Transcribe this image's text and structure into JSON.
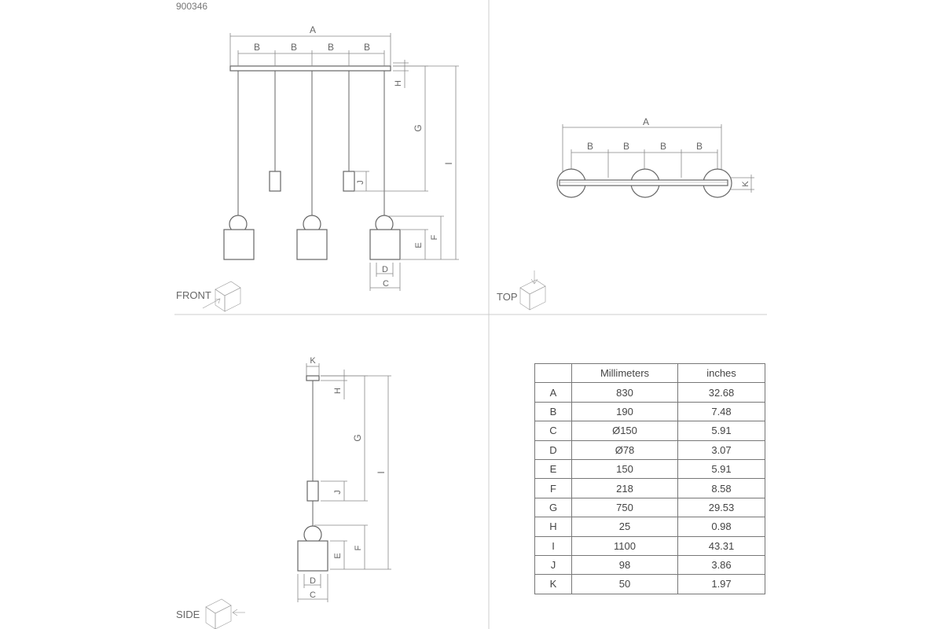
{
  "product_code": "900346",
  "views": {
    "front": "FRONT",
    "top": "TOP",
    "side": "SIDE"
  },
  "dimension_letters": [
    "A",
    "B",
    "C",
    "D",
    "E",
    "F",
    "G",
    "H",
    "I",
    "J",
    "K"
  ],
  "table": {
    "headers": [
      "",
      "Millimeters",
      "inches"
    ],
    "rows": [
      {
        "key": "A",
        "mm": "830",
        "in": "32.68"
      },
      {
        "key": "B",
        "mm": "190",
        "in": "7.48"
      },
      {
        "key": "C",
        "mm": "Ø150",
        "in": "5.91"
      },
      {
        "key": "D",
        "mm": "Ø78",
        "in": "3.07"
      },
      {
        "key": "E",
        "mm": "150",
        "in": "5.91"
      },
      {
        "key": "F",
        "mm": "218",
        "in": "8.58"
      },
      {
        "key": "G",
        "mm": "750",
        "in": "29.53"
      },
      {
        "key": "H",
        "mm": "25",
        "in": "0.98"
      },
      {
        "key": "I",
        "mm": "1100",
        "in": "43.31"
      },
      {
        "key": "J",
        "mm": "98",
        "in": "3.86"
      },
      {
        "key": "K",
        "mm": "50",
        "in": "1.97"
      }
    ]
  }
}
